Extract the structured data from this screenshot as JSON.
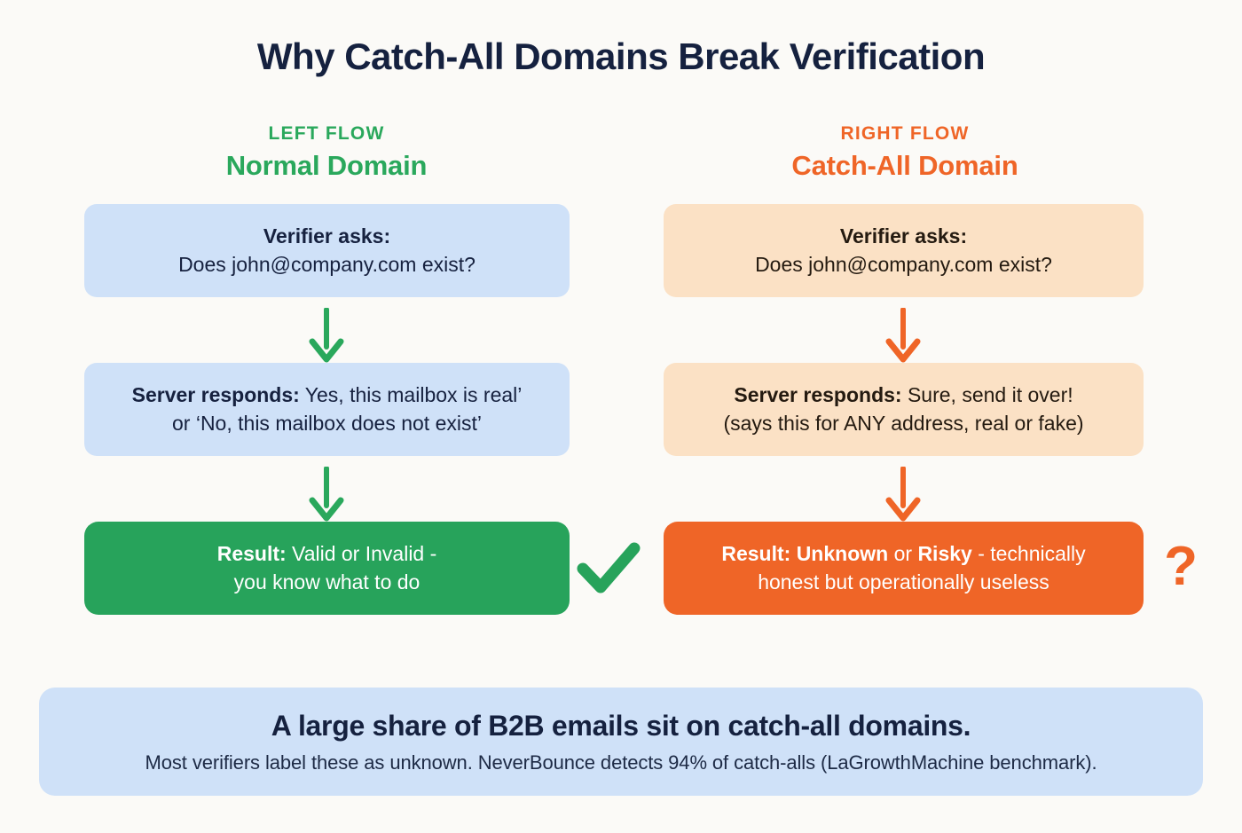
{
  "page": {
    "title": "Why Catch-All Domains Break Verification",
    "background_color": "#fbfaf7",
    "title_color": "#15213f"
  },
  "colors": {
    "green": "#27a35b",
    "green_text": "#2aa85c",
    "orange": "#ef6527",
    "light_blue": "#cfe1f8",
    "peach": "#fbe1c5",
    "navy": "#15213f"
  },
  "columns": {
    "left": {
      "kicker": "LEFT FLOW",
      "title": "Normal Domain",
      "accent": "#2aa85c",
      "steps": [
        {
          "name": "verifier-asks",
          "line1_strong": "Verifier asks:",
          "line2": "Does john@company.com exist?"
        },
        {
          "name": "server-responds",
          "line1_strong": "Server responds:",
          "line1_rest": " Yes, this mailbox is real’",
          "line2": "or ‘No, this mailbox does not exist’"
        },
        {
          "name": "result",
          "line1_strong": "Result:",
          "line1_rest": " Valid or Invalid -",
          "line2": "you know what to do"
        }
      ],
      "arrow_icon": "arrow-down-icon",
      "verdict_icon": "check-icon"
    },
    "right": {
      "kicker": "RIGHT FLOW",
      "title": "Catch-All Domain",
      "accent": "#ef6527",
      "steps": [
        {
          "name": "verifier-asks",
          "line1_strong": "Verifier asks:",
          "line2": "Does john@company.com exist?"
        },
        {
          "name": "server-responds",
          "line1_strong": "Server responds:",
          "line1_rest": " Sure, send it over!",
          "line2": "(says this for ANY address, real or fake)"
        },
        {
          "name": "result",
          "line1_a": "Result: Unknown",
          "line1_b": " or ",
          "line1_c": "Risky",
          "line1_d": " - technically",
          "line2": "honest but operationally useless"
        }
      ],
      "arrow_icon": "arrow-down-icon",
      "verdict_icon": "question-mark-icon",
      "verdict_glyph": "?"
    }
  },
  "banner": {
    "headline": "A large share of B2B emails sit on catch-all domains.",
    "subtext": "Most verifiers label these as unknown. NeverBounce detects 94% of catch-alls (LaGrowthMachine benchmark)."
  }
}
